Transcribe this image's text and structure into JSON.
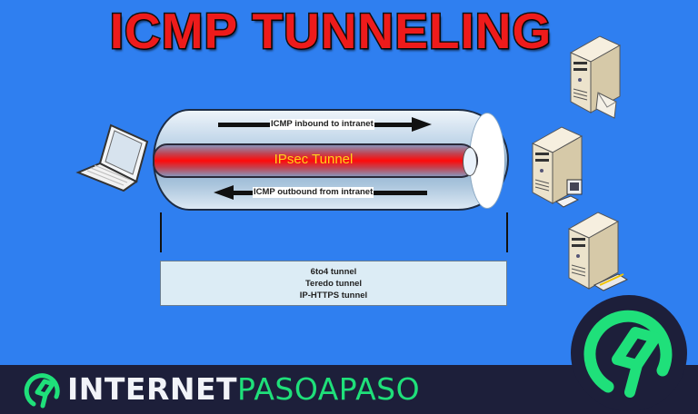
{
  "title": "ICMP TUNNELING",
  "diagram": {
    "inner_tunnel_label": "IPsec Tunnel",
    "flows": [
      {
        "label": "ICMP inbound to intranet",
        "direction": "right"
      },
      {
        "label": "ICMP outbound from intranet",
        "direction": "left"
      }
    ],
    "transport_tunnels": [
      "6to4 tunnel",
      "Teredo tunnel",
      "IP-HTTPS tunnel"
    ],
    "nodes": {
      "client": "laptop",
      "servers": [
        "mail-server",
        "workstation-server",
        "network-server"
      ]
    },
    "colors": {
      "background": "#2f7ff0",
      "title": "#ee1b1b",
      "ipsec_tube": "#ff0a0a",
      "ipsec_label": "#ffd21a",
      "footer": "#1d1f3a",
      "brand_green": "#1fe07a"
    }
  },
  "footer": {
    "brand_part1": "INTERNET",
    "brand_part2": "PASOAPASO",
    "logo_icon": "at-sign-logo"
  }
}
